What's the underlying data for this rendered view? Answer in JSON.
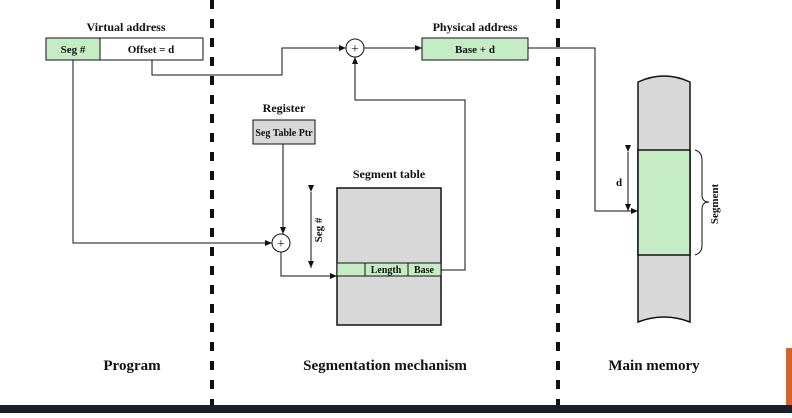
{
  "colors": {
    "green": "#c6ecc6",
    "gray": "#d8d8d8",
    "line": "#111111",
    "accent": "#d9622b",
    "bottom_bar": "#1e1f24"
  },
  "diagram": {
    "virtual_address": {
      "title": "Virtual address",
      "seg_field": "Seg #",
      "offset_field": "Offset = d"
    },
    "physical_address": {
      "title": "Physical address",
      "field": "Base + d"
    },
    "register": {
      "title": "Register",
      "field": "Seg Table Ptr"
    },
    "segment_table": {
      "title": "Segment table",
      "length_label": "Length",
      "base_label": "Base",
      "index_label": "Seg #"
    },
    "main_memory": {
      "offset_label": "d",
      "segment_label": "Segment"
    },
    "adder_symbol": "+",
    "sections": {
      "program": "Program",
      "mechanism": "Segmentation mechanism",
      "memory": "Main memory"
    }
  }
}
